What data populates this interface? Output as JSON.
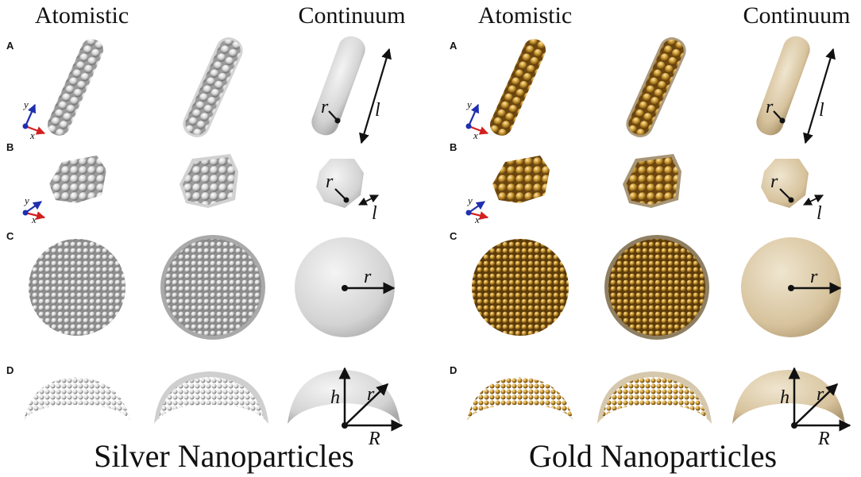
{
  "columns": [
    "Atomistic",
    "Continuum",
    "Atomistic",
    "Continuum"
  ],
  "row_labels": [
    "A",
    "B",
    "C",
    "D"
  ],
  "panels": [
    {
      "title": "Silver Nanoparticles",
      "color": "#bdbdbd"
    },
    {
      "title": "Gold Nanoparticles",
      "color": "#b8862a"
    }
  ],
  "variables": {
    "r": "r",
    "l": "l",
    "h": "h",
    "R": "R",
    "x": "x",
    "y": "y"
  }
}
